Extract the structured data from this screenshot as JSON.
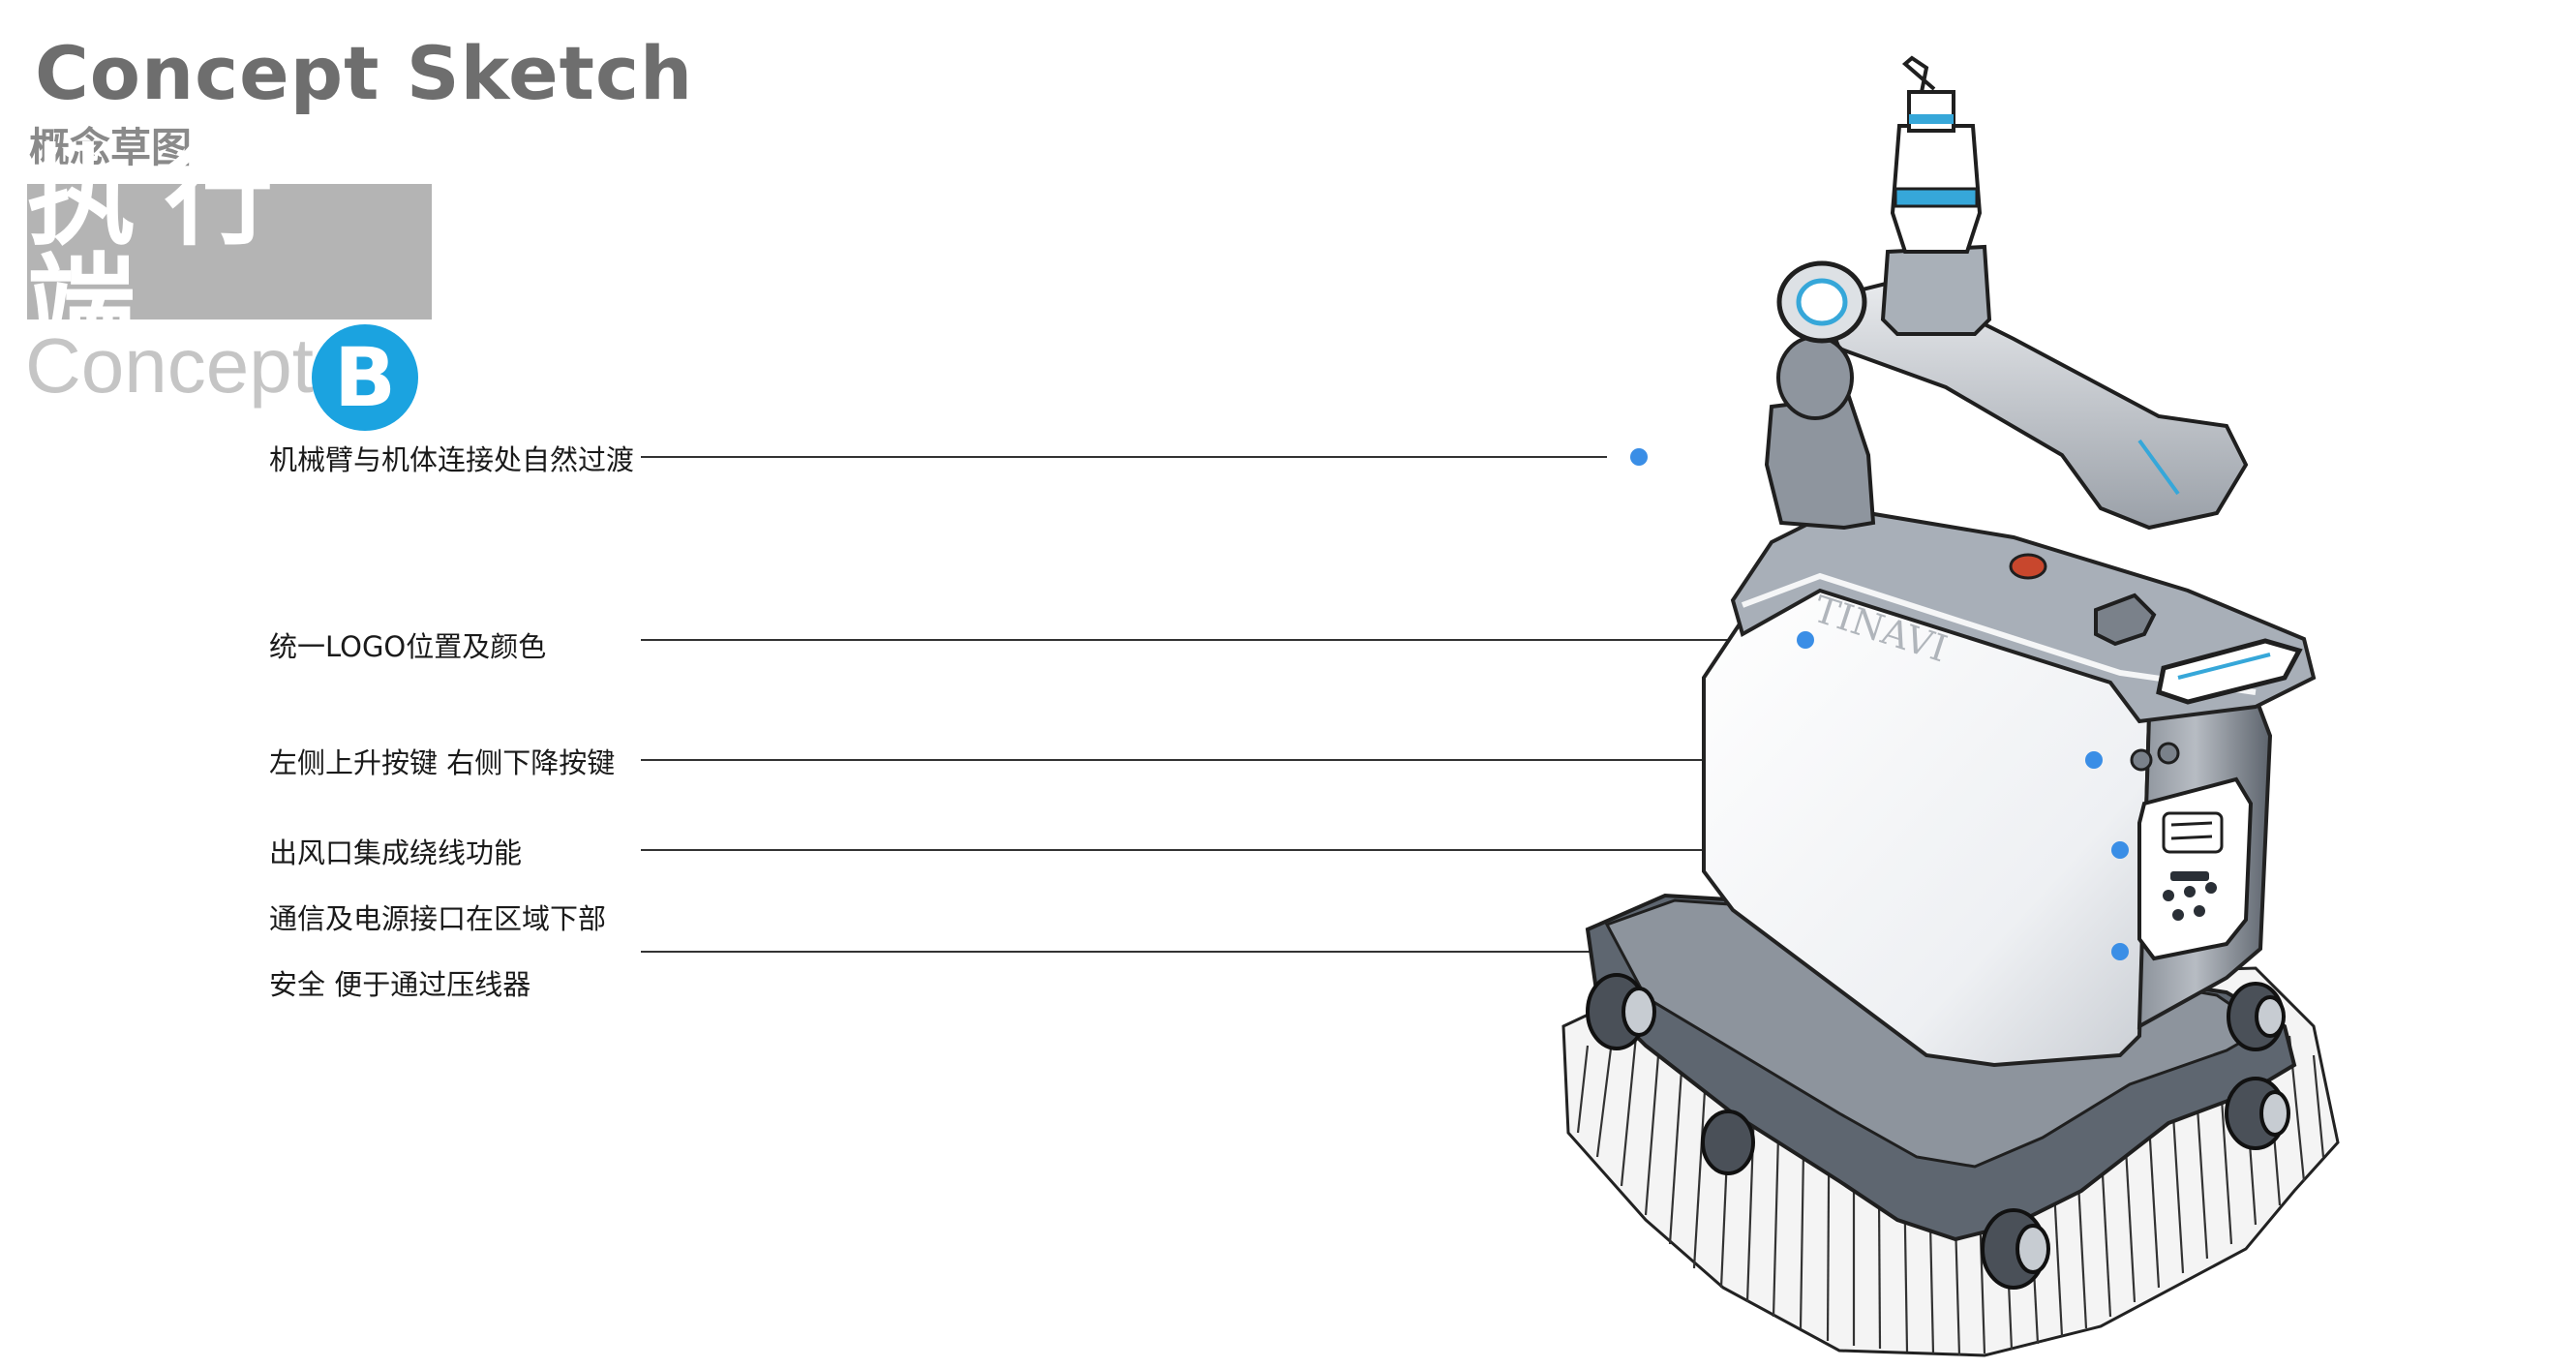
{
  "header": {
    "title_en": "Concept Sketch",
    "title_cn": "概念草图",
    "section": "执行端",
    "concept_word": "Concept",
    "concept_letter": "B"
  },
  "device": {
    "logo_text": "TINAVI"
  },
  "callouts": [
    {
      "label": "机械臂与机体连接处自然过渡"
    },
    {
      "label": "统一LOGO位置及颜色"
    },
    {
      "label": "左侧上升按键 右侧下降按键"
    },
    {
      "label": "出风口集成绕线功能"
    },
    {
      "label": "通信及电源接口在区域下部"
    },
    {
      "label": "安全 便于通过压线器"
    }
  ],
  "colors": {
    "accent_blue": "#1ba3e0",
    "dot_blue": "#3a8ee6",
    "leader_line": "#333333",
    "title_gray": "#6e6e6e"
  }
}
